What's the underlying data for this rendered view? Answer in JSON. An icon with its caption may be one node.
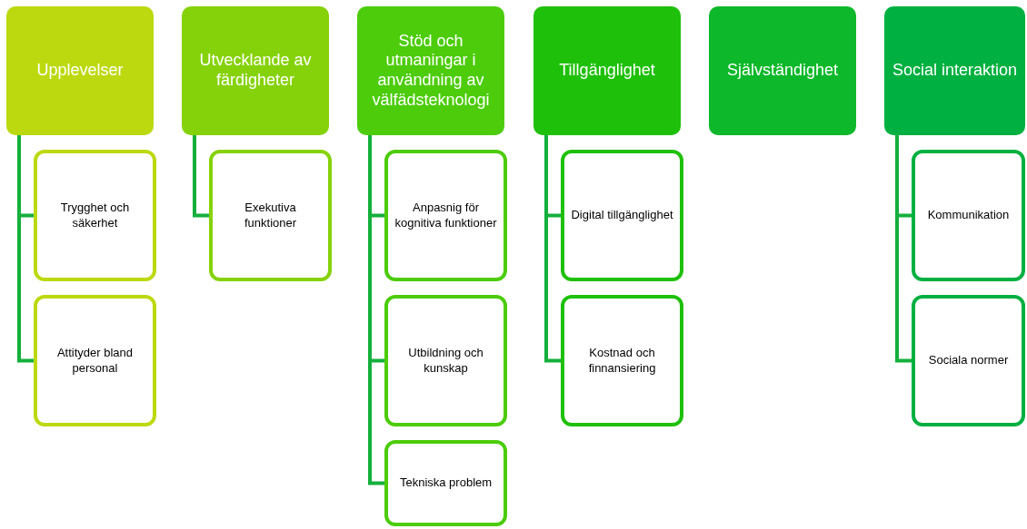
{
  "diagram": {
    "nodes": [
      {
        "text": [
          "Upplevelser"
        ]
      },
      {
        "text": [
          "Trygghet och säkerhet"
        ]
      },
      {
        "text": [
          "Attityder bland personal"
        ]
      },
      {
        "text": [
          "Utvecklande av färdigheter"
        ]
      },
      {
        "text": [
          "Exekutiva funktioner"
        ]
      },
      {
        "text": [
          "Stöd och utmaningar i användning av välfädsteknologi"
        ]
      },
      {
        "text": [
          "Anpasnig för kognitiva funktioner"
        ]
      },
      {
        "text": [
          "Utbildning och kunskap"
        ]
      },
      {
        "text": [
          "Tekniska problem"
        ]
      },
      {
        "text": [
          "Tillgänglighet"
        ]
      },
      {
        "text": [
          "Digital tillgänglighet"
        ]
      },
      {
        "text": [
          "Kostnad och finnansiering"
        ]
      },
      {
        "text": [
          "Självständighet"
        ]
      },
      {
        "text": [
          "Social interaktion"
        ]
      },
      {
        "text": [
          "Kommunikation"
        ]
      },
      {
        "text": [
          "Sociala normer"
        ]
      }
    ],
    "edges": [
      {
        "from": 0,
        "to": 1,
        "arrow": "none"
      },
      {
        "from": 0,
        "to": 2,
        "arrow": "none"
      },
      {
        "from": 3,
        "to": 4,
        "arrow": "none"
      },
      {
        "from": 5,
        "to": 6,
        "arrow": "none"
      },
      {
        "from": 5,
        "to": 7,
        "arrow": "none"
      },
      {
        "from": 5,
        "to": 8,
        "arrow": "none"
      },
      {
        "from": 9,
        "to": 10,
        "arrow": "none"
      },
      {
        "from": 9,
        "to": 11,
        "arrow": "none"
      },
      {
        "from": 13,
        "to": 14,
        "arrow": "none"
      },
      {
        "from": 13,
        "to": 15,
        "arrow": "none"
      }
    ]
  }
}
